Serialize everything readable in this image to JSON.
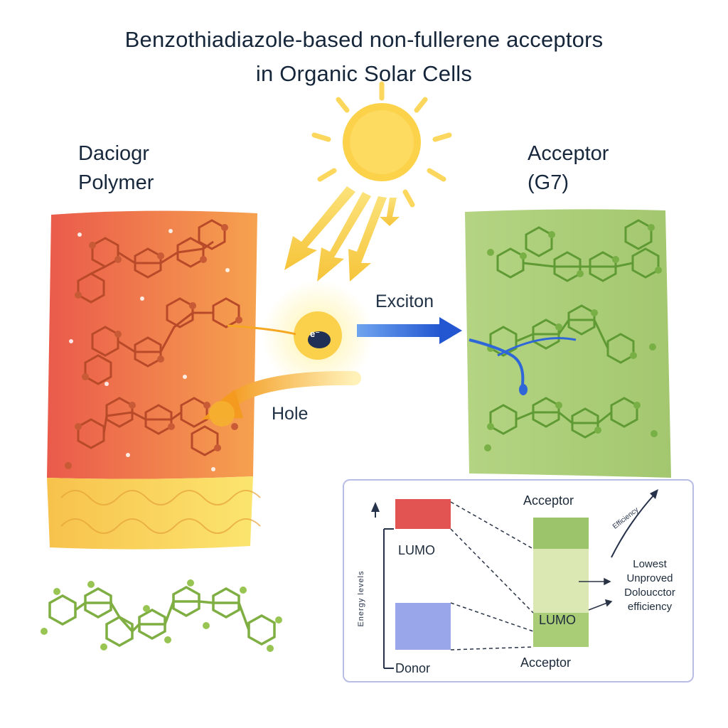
{
  "title": {
    "line1": "Benzothiadiazole-based non-fullerene acceptors",
    "line2": "in Organic Solar Cells"
  },
  "donor": {
    "line1": "Daciogr",
    "line2": "Polymer"
  },
  "acceptor": {
    "line1": "Acceptor",
    "line2": "(G7)"
  },
  "labels": {
    "exciton": "Exciton",
    "hole": "Hole",
    "electron": "e⁻"
  },
  "energy_diagram": {
    "axis_label": "Energy levels",
    "donor_lumo_label": "LUMO",
    "donor_label": "Donor",
    "acceptor_top_label": "Acceptor",
    "acceptor_lumo_label": "LUMO",
    "acceptor_bottom_label": "Acceptor",
    "note_line1": "Lowest",
    "note_line2": "Unproved",
    "note_line3": "Doloucctor",
    "note_line4": "efficiency",
    "trend_label": "Efficiency"
  },
  "colors": {
    "donor_red": "#e65a4b",
    "donor_orange": "#f4a14d",
    "donor_yellow": "#f7d65a",
    "acceptor_green": "#a9cc77",
    "sun_yellow": "#fbd24a",
    "exciton_blue": "#2f67d8",
    "hole_orange": "#f5a623",
    "lumo_red": "#e15451",
    "donor_level_blue": "#9aa6ea"
  },
  "icons": [
    "sun-icon",
    "electron-icon",
    "exciton-arrow-icon",
    "hole-arrow-icon",
    "molecule-chain-icon"
  ]
}
